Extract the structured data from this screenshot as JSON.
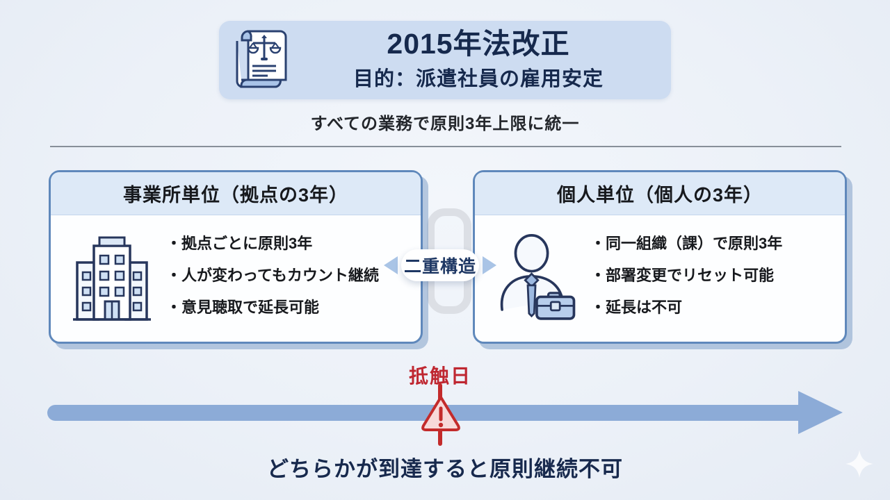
{
  "header": {
    "title": "2015年法改正",
    "subtitle": "目的：派遣社員の雇用安定",
    "icon": "legal-scroll-scales-icon"
  },
  "tagline": "すべての業務で原則3年上限に統一",
  "cards": [
    {
      "title": "事業所単位（拠点の3年）",
      "icon": "office-building-icon",
      "bullets": [
        "拠点ごとに原則3年",
        "人が変わってもカウント継続",
        "意見聴取で延長可能"
      ]
    },
    {
      "title": "個人単位（個人の3年）",
      "icon": "worker-briefcase-icon",
      "bullets": [
        "同一組織（課）で原則3年",
        "部署変更でリセット可能",
        "延長は不可"
      ]
    }
  ],
  "connector": {
    "label": "二重構造"
  },
  "timeline": {
    "marker_label": "抵触日",
    "marker_icon": "warning-triangle-icon",
    "caption": "どちらかが到達すると原則継続不可"
  },
  "colors": {
    "background": "#ecf1f8",
    "header_box": "#cddcf1",
    "navy_text": "#16294d",
    "card_border": "#5f88bb",
    "card_header_bg": "#dde9f7",
    "card_body_bg": "#fdfeff",
    "timeline_blue": "#8cabd7",
    "badge_text": "#1f3864",
    "alert_red": "#bf2731",
    "connector_gray": "#dcdfe5"
  }
}
